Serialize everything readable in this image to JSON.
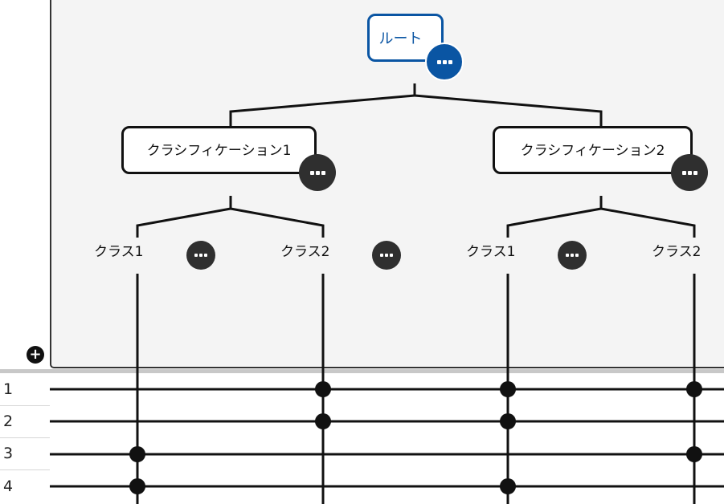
{
  "tree": {
    "root": {
      "label": "ルート"
    },
    "classifications": [
      {
        "label": "クラシフィケーション1",
        "classes": [
          {
            "label": "クラス1"
          },
          {
            "label": "クラス2"
          }
        ]
      },
      {
        "label": "クラシフィケーション2",
        "classes": [
          {
            "label": "クラス1"
          },
          {
            "label": "クラス2"
          }
        ]
      }
    ]
  },
  "rows": [
    {
      "label": "1",
      "membership": [
        false,
        true,
        true,
        true
      ]
    },
    {
      "label": "2",
      "membership": [
        false,
        true,
        true,
        false
      ]
    },
    {
      "label": "3",
      "membership": [
        true,
        false,
        false,
        true
      ]
    },
    {
      "label": "4",
      "membership": [
        true,
        false,
        true,
        false
      ]
    }
  ],
  "icons": {
    "more": "more-horizontal-icon",
    "add": "plus-circle-icon"
  },
  "colors": {
    "accent": "#0a55a3",
    "line": "#111111",
    "button": "#2f2f2f",
    "panel": "#f4f4f4"
  }
}
